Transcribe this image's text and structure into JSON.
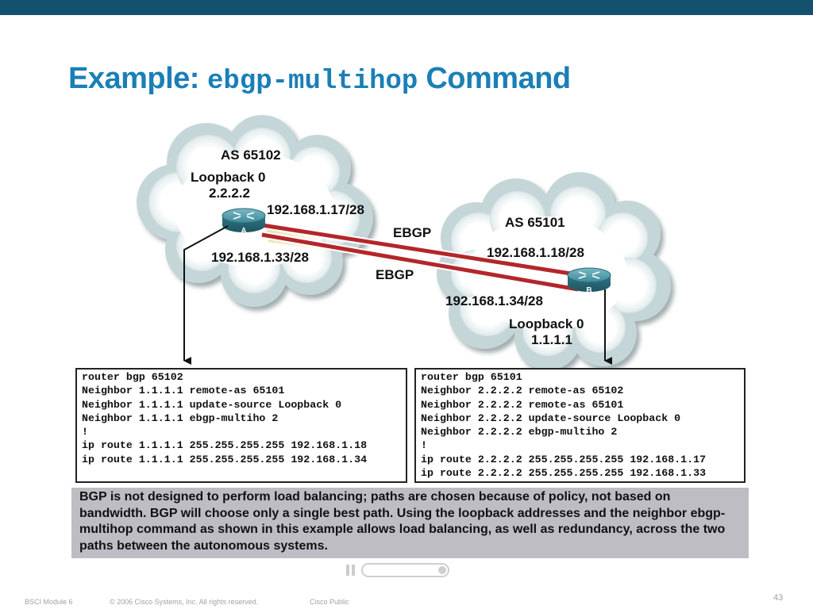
{
  "title": {
    "prefix": "Example: ",
    "command": "ebgp-multihop",
    "suffix": " Command"
  },
  "diagram": {
    "as_left": "AS 65102",
    "loopback_left_label": "Loopback 0",
    "loopback_left_ip": "2.2.2.2",
    "router_a_ip_top": "192.168.1.17/28",
    "router_a_ip_bottom": "192.168.1.33/28",
    "router_a": "A",
    "link_top": "EBGP",
    "link_bottom": "EBGP",
    "as_right": "AS 65101",
    "router_b_ip_top": "192.168.1.18/28",
    "router_b_ip_bottom": "192.168.1.34/28",
    "router_b": "B",
    "loopback_right_label": "Loopback 0",
    "loopback_right_ip": "1.1.1.1",
    "colors": {
      "cloud": "#bfd2d4",
      "link": "#b3262a",
      "router": "#3d8a99"
    }
  },
  "code_left": [
    "router bgp 65102",
    "Neighbor 1.1.1.1 remote-as 65101",
    "Neighbor 1.1.1.1 update-source Loopback 0",
    "Neighbor 1.1.1.1 ebgp-multiho 2",
    "!",
    "ip route 1.1.1.1 255.255.255.255 192.168.1.18",
    "ip route 1.1.1.1 255.255.255.255 192.168.1.34"
  ],
  "code_right": [
    "router bgp 65101",
    "Neighbor 2.2.2.2 remote-as 65102",
    "Neighbor 2.2.2.2 remote-as 65101",
    "Neighbor 2.2.2.2 update-source Loopback 0",
    "Neighbor 2.2.2.2 ebgp-multiho 2",
    "!",
    "ip route 2.2.2.2 255.255.255.255 192.168.1.17",
    "ip route 2.2.2.2 255.255.255.255 192.168.1.33"
  ],
  "note": "BGP is not designed to perform load balancing; paths are chosen because of policy, not based on bandwidth. BGP will choose only a single best path. Using the loopback addresses and the neighbor ebgp-multihop command as shown in this example allows load balancing, as well as redundancy, across the two paths between the autonomous systems.",
  "footer": {
    "module": "BSCI Module 6",
    "copyright": "© 2006 Cisco Systems, Inc. All rights reserved.",
    "classification": "Cisco Public",
    "page": "43"
  }
}
